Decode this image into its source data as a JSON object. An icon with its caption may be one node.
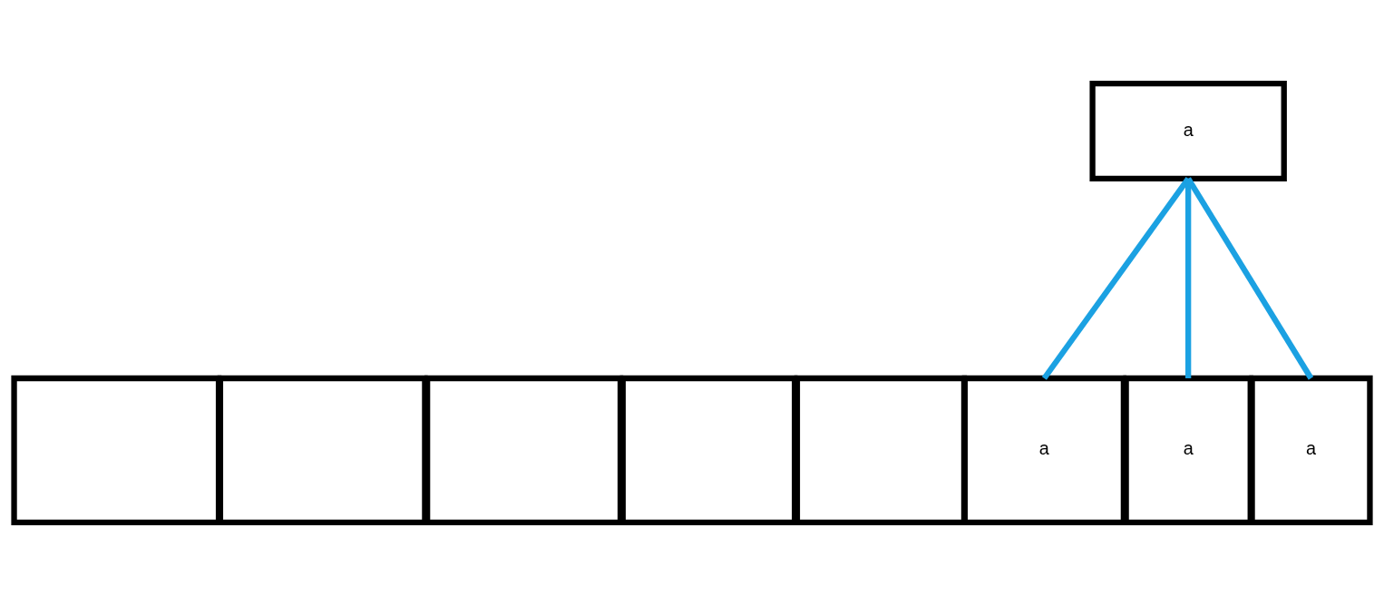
{
  "diagram": {
    "nodes": [
      {
        "text": [
          "a"
        ]
      },
      {
        "text": [],
        "shape": "box"
      },
      {
        "text": [],
        "shape": "box"
      },
      {
        "text": [],
        "shape": "box"
      },
      {
        "text": [],
        "shape": "box"
      },
      {
        "text": [],
        "shape": "box"
      },
      {
        "text": [
          "a"
        ]
      },
      {
        "text": [
          "a"
        ]
      },
      {
        "text": [
          "a"
        ]
      }
    ],
    "edges": [
      {
        "from": 0,
        "to": 6,
        "arrow": "none"
      },
      {
        "from": 0,
        "to": 7,
        "arrow": "none"
      },
      {
        "from": 0,
        "to": 8,
        "arrow": "none"
      }
    ]
  }
}
